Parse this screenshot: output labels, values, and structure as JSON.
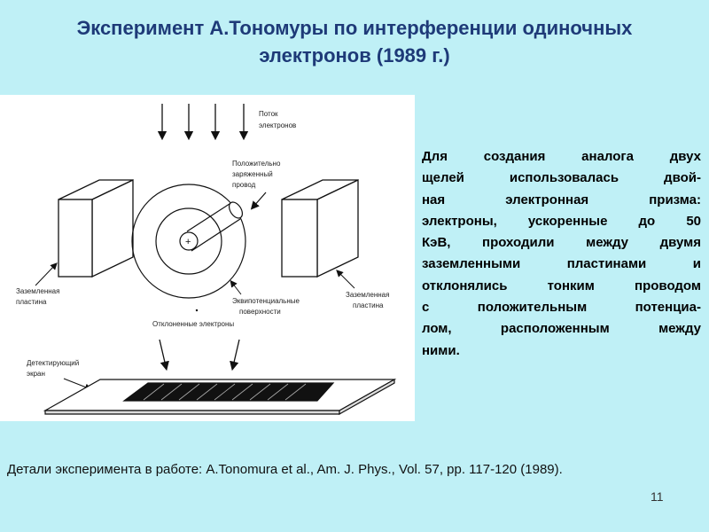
{
  "title": {
    "line1": "Эксперимент А.Тономуры по интерференции одиночных",
    "line2": "электронов (1989 г.)"
  },
  "diagram": {
    "labels": {
      "electron_flow_1": "Поток",
      "electron_flow_2": "электронов",
      "wire_1": "Положительно",
      "wire_2": "заряженный",
      "wire_3": "провод",
      "plate_left_1": "Заземленная",
      "plate_left_2": "пластина",
      "plate_right_1": "Заземленная",
      "plate_right_2": "пластина",
      "equipotential_1": "Эквипотенциальные",
      "equipotential_2": "поверхности",
      "deflected": "Отклоненные электроны",
      "screen_1": "Детектирующий",
      "screen_2": "экран",
      "plus_sign": "+"
    }
  },
  "body_text": {
    "lines": [
      "Для создания аналога двух",
      "щелей использовалась двой-",
      "ная электронная призма:",
      "электроны, ускоренные до 50",
      "КэВ, проходили между двумя",
      "заземленными пластинами и",
      "отклонялись тонким проводом",
      "с положительным потенциа-",
      "лом, расположенным между",
      "ними."
    ]
  },
  "reference": "Детали эксперимента в работе:  A.Tonomura et al., Am. J. Phys., Vol. 57, pp. 117-120 (1989).",
  "page_number": "11"
}
